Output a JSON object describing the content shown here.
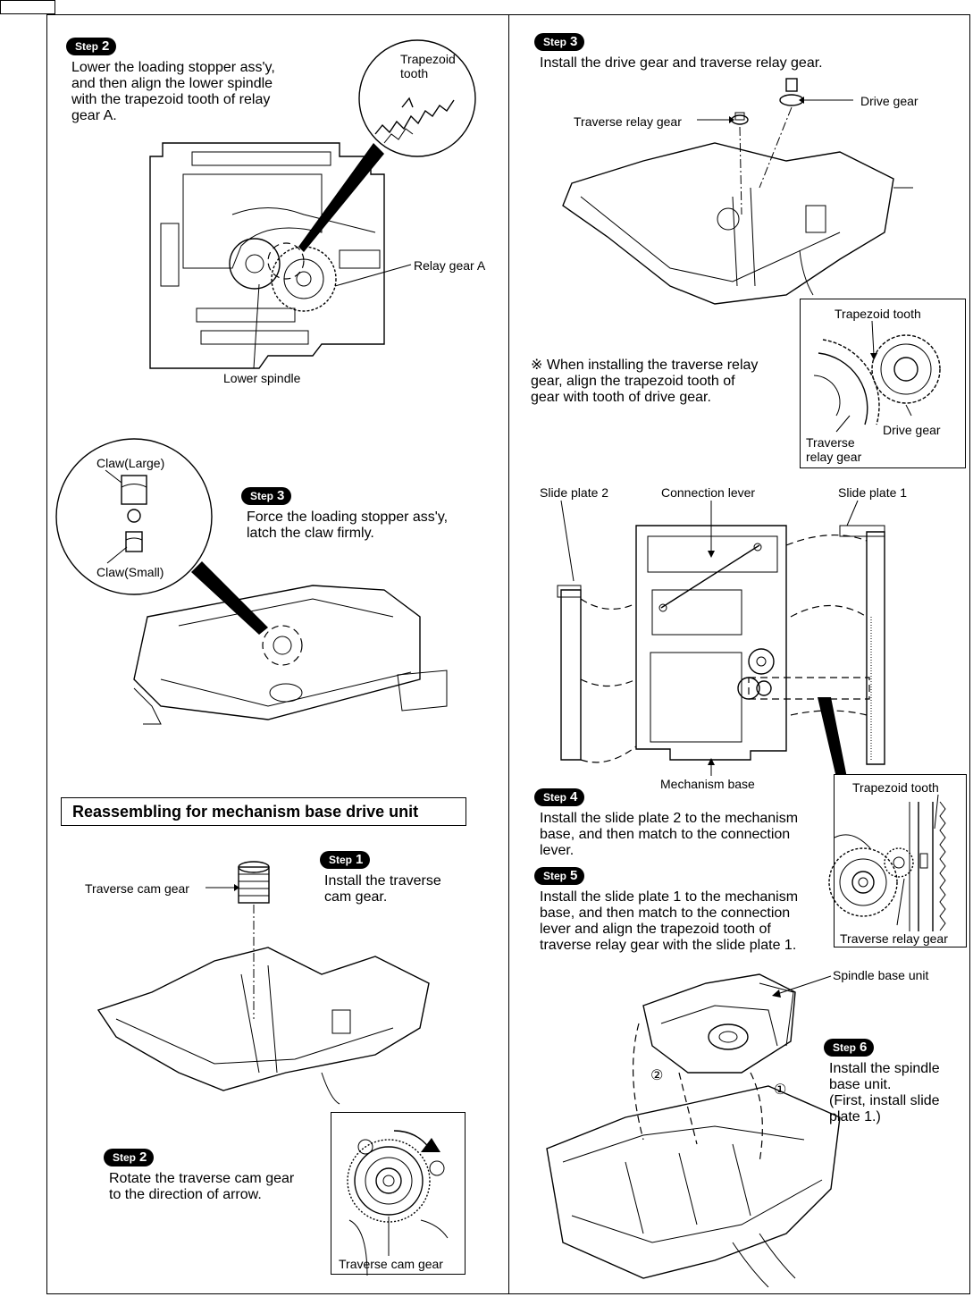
{
  "left": {
    "step2": {
      "badge": "Step",
      "num": "2",
      "text": "Lower the loading stopper ass'y,\nand then align the lower spindle\nwith the trapezoid tooth of relay\ngear A.",
      "labels": {
        "trapezoid_tooth": "Trapezoid\ntooth",
        "relay_gear_a": "Relay gear A",
        "lower_spindle": "Lower spindle"
      }
    },
    "step3": {
      "badge": "Step",
      "num": "3",
      "text": "Force the loading stopper ass'y,\nlatch the claw firmly.",
      "labels": {
        "claw_large": "Claw(Large)",
        "claw_small": "Claw(Small)"
      }
    },
    "section_heading": "Reassembling for mechanism base drive unit",
    "re_step1": {
      "badge": "Step",
      "num": "1",
      "text": "Install the traverse\ncam gear.",
      "labels": {
        "traverse_cam_gear": "Traverse cam gear"
      }
    },
    "re_step2": {
      "badge": "Step",
      "num": "2",
      "text": "Rotate the traverse cam gear\nto the direction of arrow.",
      "labels": {
        "traverse_cam_gear": "Traverse cam gear"
      }
    }
  },
  "right": {
    "step3": {
      "badge": "Step",
      "num": "3",
      "text": "Install the drive gear and traverse relay gear.",
      "labels": {
        "drive_gear": "Drive gear",
        "traverse_relay_gear": "Traverse relay gear"
      },
      "note": "※ When installing the traverse relay\n    gear, align the trapezoid tooth of\n    gear with tooth of drive gear.",
      "inset_labels": {
        "trapezoid_tooth": "Trapezoid tooth",
        "drive_gear": "Drive gear",
        "traverse_relay_gear": "Traverse\nrelay gear"
      }
    },
    "slide_labels": {
      "slide_plate_2": "Slide plate 2",
      "connection_lever": "Connection lever",
      "slide_plate_1": "Slide plate 1",
      "mechanism_base": "Mechanism base"
    },
    "step4": {
      "badge": "Step",
      "num": "4",
      "text": "Install the slide plate 2 to the mechanism\nbase, and then match to the connection\nlever."
    },
    "step5": {
      "badge": "Step",
      "num": "5",
      "text": "Install the slide plate 1 to the mechanism\nbase, and then match to the connection\nlever and align the trapezoid tooth of\ntraverse relay gear with the slide plate 1."
    },
    "inset2_labels": {
      "trapezoid_tooth": "Trapezoid tooth",
      "traverse_relay_gear": "Traverse relay gear"
    },
    "step6": {
      "badge": "Step",
      "num": "6",
      "text": "Install the spindle\nbase unit.\n(First, install slide\n plate 1.)",
      "labels": {
        "spindle_base_unit": "Spindle base unit",
        "order_1": "①",
        "order_2": "②"
      }
    }
  }
}
